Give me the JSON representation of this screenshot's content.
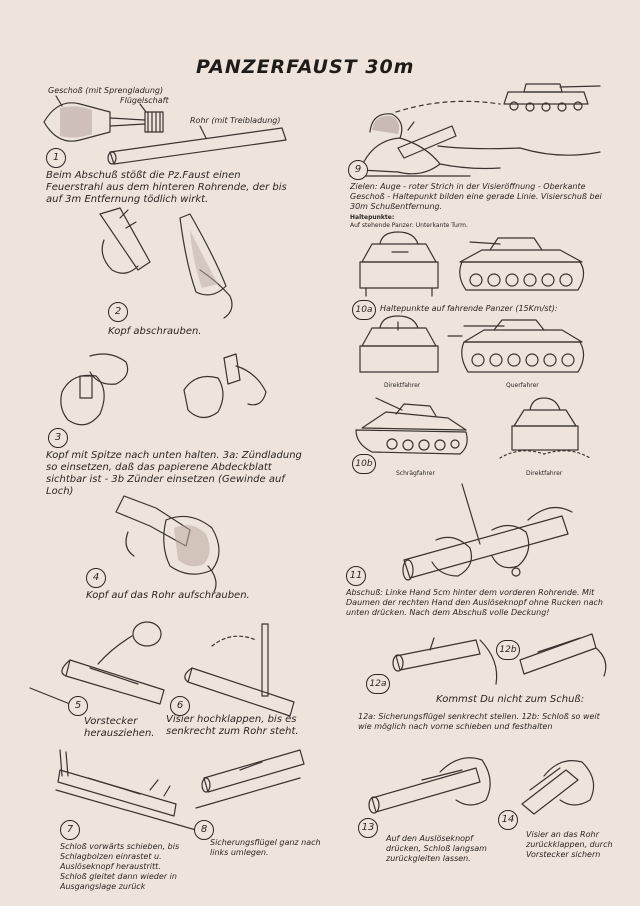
{
  "title": "PANZERFAUST 30m",
  "labels": {
    "geschoss": "Geschoß (mit Sprengladung)",
    "fluegelschaft": "Flügelschaft",
    "rohr": "Rohr (mit Treibladung)"
  },
  "steps": {
    "s1": {
      "num": "1",
      "text": "Beim Abschuß stößt die Pz.Faust einen Feuerstrahl aus dem hinteren Rohrende, der bis auf 3m Entfernung tödlich wirkt."
    },
    "s2": {
      "num": "2",
      "text": "Kopf abschrauben."
    },
    "s3": {
      "num": "3",
      "text": "Kopf mit Spitze nach unten halten. 3a: Zündladung so einsetzen, daß das papierene Abdeckblatt sichtbar ist - 3b Zünder einsetzen (Gewinde auf Loch)"
    },
    "s4": {
      "num": "4",
      "text": "Kopf auf das Rohr aufschrauben."
    },
    "s5": {
      "num": "5",
      "text": "Vorstecker herausziehen."
    },
    "s6": {
      "num": "6",
      "text": "Visier hochklappen, bis es senkrecht zum Rohr steht."
    },
    "s7": {
      "num": "7",
      "text": "Schloß vorwärts schieben, bis Schlagbolzen einrastet u. Auslöseknopf heraustritt. Schloß gleitet dann wieder in Ausgangslage zurück"
    },
    "s8": {
      "num": "8",
      "text": "Sicherungsflügel ganz nach links umlegen."
    },
    "s9": {
      "num": "9",
      "text": "Zielen: Auge - roter Strich in der Visieröffnung - Oberkante Geschoß - Haltepunkt bilden eine gerade Linie. Visierschuß bei 30m Schußentfernung."
    },
    "s10": {
      "heading": "Haltepunkte:",
      "sub": "Auf stehende Panzer: Unterkante Turm.",
      "num_a": "10a",
      "text_a": "Haltepunkte auf fahrende Panzer (15Km/st):",
      "cap1": "Direktfahrer",
      "cap2": "Querfahrer",
      "num_b": "10b",
      "cap3": "Schrägfahrer",
      "cap4": "Direktfahrer"
    },
    "s11": {
      "num": "11",
      "text": "Abschuß: Linke Hand 5cm hinter dem vorderen Rohrende. Mit Daumen der rechten Hand den Auslöseknopf ohne Rucken nach unten drücken. Nach dem Abschuß volle Deckung!"
    },
    "s12": {
      "num_a": "12a",
      "num_b": "12b",
      "heading": "Kommst Du nicht zum Schuß:",
      "text": "12a: Sicherungsflügel senkrecht stellen. 12b: Schloß so weit wie möglich nach vorne schieben und festhalten"
    },
    "s13": {
      "num": "13",
      "text": "Auf den Auslöseknopf drücken, Schloß langsam zurückgleiten lassen."
    },
    "s14": {
      "num": "14",
      "text": "Visier an das Rohr zurückklappen, durch Vorstecker sichern"
    }
  }
}
